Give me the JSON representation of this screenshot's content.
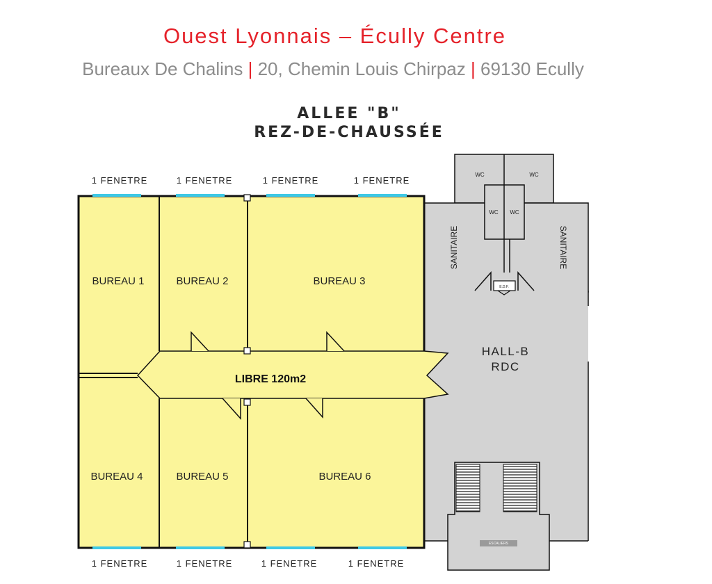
{
  "header": {
    "title": "Ouest Lyonnais – Écully Centre",
    "address_parts": [
      "Bureaux De Chalins",
      "20, Chemin Louis Chirpaz",
      "69130 Ecully"
    ],
    "separator": "|"
  },
  "plan": {
    "title_line1": "ALLEE \"B\"",
    "title_line2": "REZ-DE-CHAUSSÉE",
    "rooms": {
      "bureau1": "BUREAU 1",
      "bureau2": "BUREAU 2",
      "bureau3": "BUREAU 3",
      "bureau4": "BUREAU 4",
      "bureau5": "BUREAU 5",
      "bureau6": "BUREAU 6",
      "corridor": "LIBRE 120m2",
      "hall_line1": "HALL-B",
      "hall_line2": "RDC",
      "sanitaire": "SANITAIRE",
      "wc": "WC",
      "edf": "E.D.F.",
      "escaliers": "ESCALIERS"
    },
    "window_label": "1 FENETRE",
    "colors": {
      "office_fill": "#fbf59a",
      "common_fill": "#d3d3d3",
      "window": "#3ec9e6",
      "wall": "#111111"
    }
  }
}
